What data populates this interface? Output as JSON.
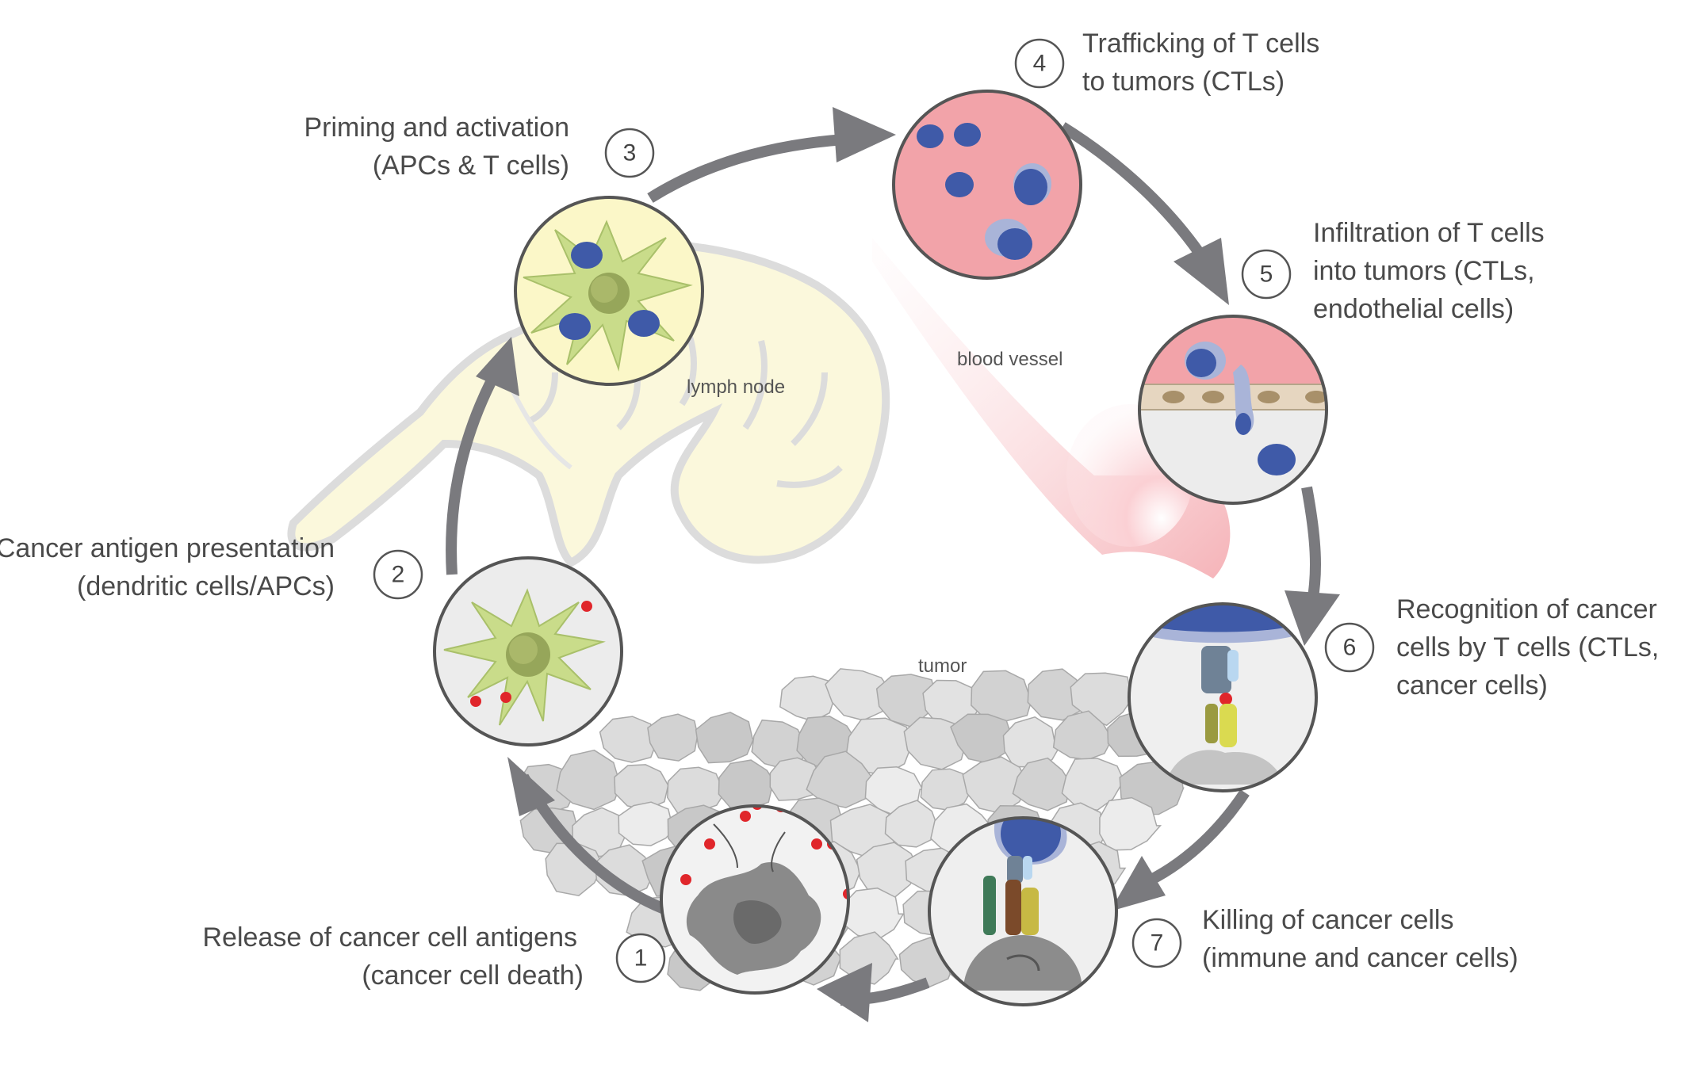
{
  "steps": [
    {
      "number": "1",
      "line1": "Release of cancer cell antigens",
      "line2": "(cancer cell death)"
    },
    {
      "number": "2",
      "line1": "Cancer antigen presentation",
      "line2": "(dendritic cells/APCs)"
    },
    {
      "number": "3",
      "line1": "Priming and activation",
      "line2": "(APCs & T cells)"
    },
    {
      "number": "4",
      "line1": "Trafficking of T cells",
      "line2": "to tumors (CTLs)"
    },
    {
      "number": "5",
      "line1": "Infiltration of T cells",
      "line2": "into tumors (CTLs,",
      "line3": "endothelial cells)"
    },
    {
      "number": "6",
      "line1": "Recognition of cancer",
      "line2": "cells by T cells (CTLs,",
      "line3": "cancer cells)"
    },
    {
      "number": "7",
      "line1": "Killing of cancer cells",
      "line2": "(immune and cancer cells)"
    }
  ],
  "regions": {
    "lymph_node": "lymph node",
    "blood_vessel": "blood vessel",
    "tumor": "tumor"
  },
  "colors": {
    "arrow": "#7a7a7e",
    "dendritic_cell": "#c9dc8a",
    "t_cell": "#3f5aa8",
    "antigen": "#e0262b",
    "lymph_node": "#fbf8dc",
    "blood": "#f0a2a8",
    "tumor_cell": "#d9d9d9"
  }
}
